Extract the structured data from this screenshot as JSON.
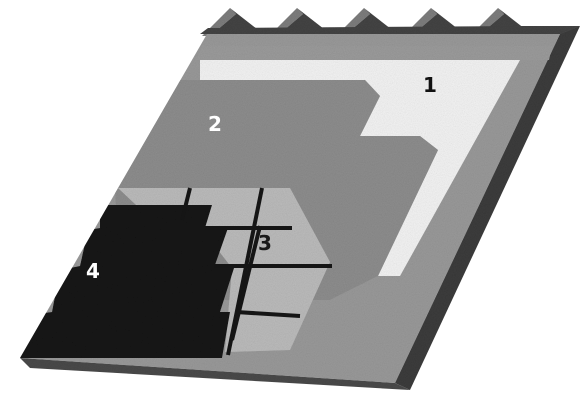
{
  "diagram": {
    "layers": [
      {
        "number": "1",
        "color": "#f4f4f4",
        "label_color": "#111111"
      },
      {
        "number": "2",
        "color": "#8e8e8e",
        "label_color": "#ffffff"
      },
      {
        "number": "3",
        "color": "#bcbcbc",
        "label_color": "#1a1a1a"
      },
      {
        "number": "4",
        "color": "#141414",
        "label_color": "#ffffff"
      }
    ],
    "colors": {
      "deck": "#9a9a9a",
      "deck_edge_front": "#4a4a4a",
      "deck_edge_right": "#3c3c3c",
      "ridge_light": "#7e7e7e",
      "ridge_dark": "#444444",
      "top_strip": "#9c9c9c",
      "battens": "#151515"
    }
  }
}
